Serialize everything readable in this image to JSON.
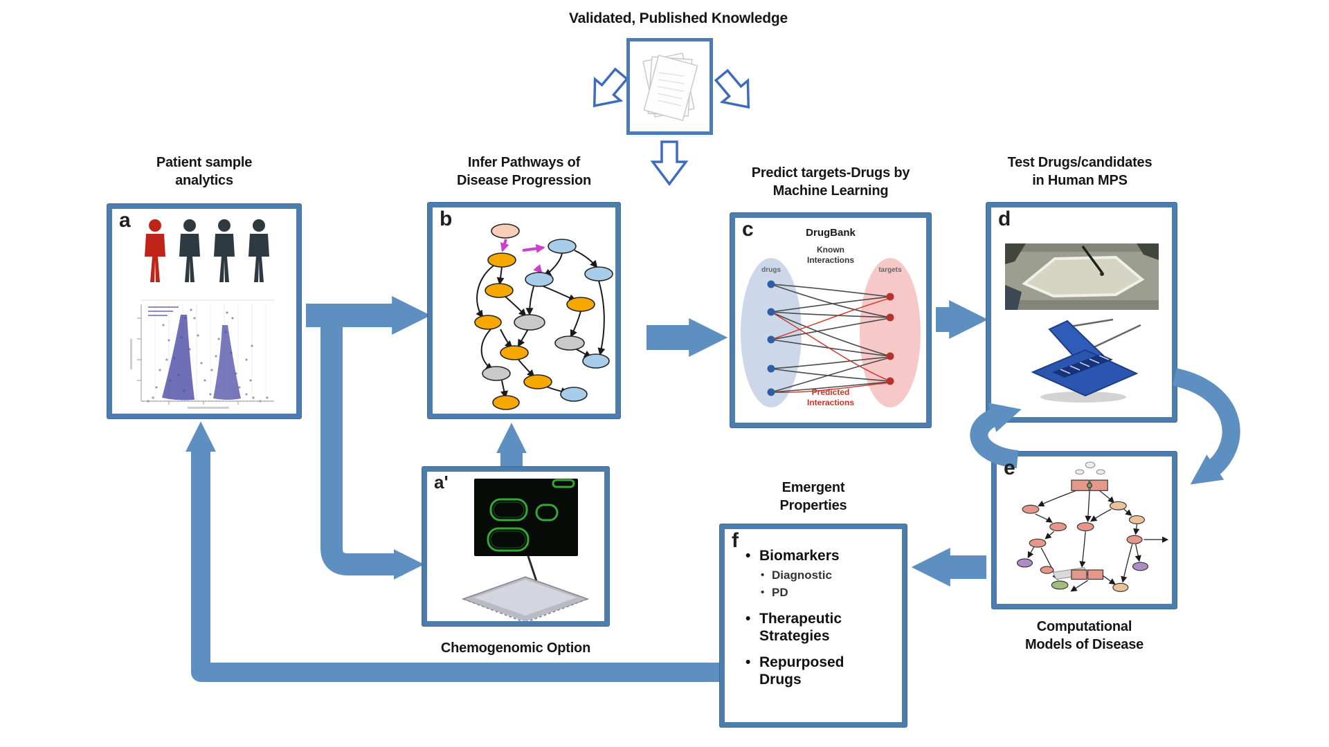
{
  "header": {
    "title": "Validated, Published Knowledge"
  },
  "panel_a": {
    "label": "a",
    "caption": [
      "Patient sample",
      "analytics"
    ]
  },
  "panel_b": {
    "label": "b",
    "caption": [
      "Infer Pathways of",
      "Disease Progression"
    ]
  },
  "panel_c": {
    "label": "c",
    "caption": [
      "Predict targets-Drugs by",
      "Machine Learning"
    ],
    "drugbank_title": "DrugBank",
    "known_interactions": [
      "Known",
      "Interactions"
    ],
    "left_group_label": "drugs",
    "right_group_label": "targets",
    "predicted_interactions": [
      "Predicted",
      "Interactions"
    ]
  },
  "panel_d": {
    "label": "d",
    "caption": [
      "Test Drugs/candidates",
      "in Human MPS"
    ]
  },
  "panel_e": {
    "label": "e",
    "caption": [
      "Computational",
      "Models of Disease"
    ]
  },
  "panel_a_prime": {
    "label": "a'",
    "caption": "Chemogenomic Option"
  },
  "panel_f": {
    "label": "f",
    "caption": [
      "Emergent",
      "Properties"
    ],
    "bullets": [
      {
        "text": "Biomarkers",
        "level": 1
      },
      {
        "text": "Diagnostic",
        "level": 2
      },
      {
        "text": "PD",
        "level": 2
      },
      {
        "text": "Therapeutic Strategies",
        "level": 1
      },
      {
        "text": "Repurposed Drugs",
        "level": 1
      }
    ]
  },
  "colors": {
    "solid_arrow_blue": "#5e8fc1",
    "box_border_blue": "#4d7dad",
    "outline_arrow_blue": "#3f6bbf",
    "predicted_red": "#cc3326",
    "drug_dot_blue": "#2d5ea6",
    "target_dot_red": "#b5332d",
    "drug_ellipse": "#ccd8ea",
    "target_ellipse": "#f6c9c8"
  },
  "icons": {
    "papers-icon": "stacked-paper-sheets",
    "person-icon": "human-silhouette",
    "volcano-plot-icon": "scatter-plot",
    "pathway-network-icon": "node-edge-graph",
    "bipartite-network-icon": "drug-target-links",
    "mps-chip-photo-icon": "microfluidic-chip",
    "mps-device-icon": "lab-instrument",
    "disease-model-network-icon": "node-edge-graph",
    "fluorescence-micrograph-icon": "green-cells",
    "microplate-icon": "assay-plate"
  }
}
